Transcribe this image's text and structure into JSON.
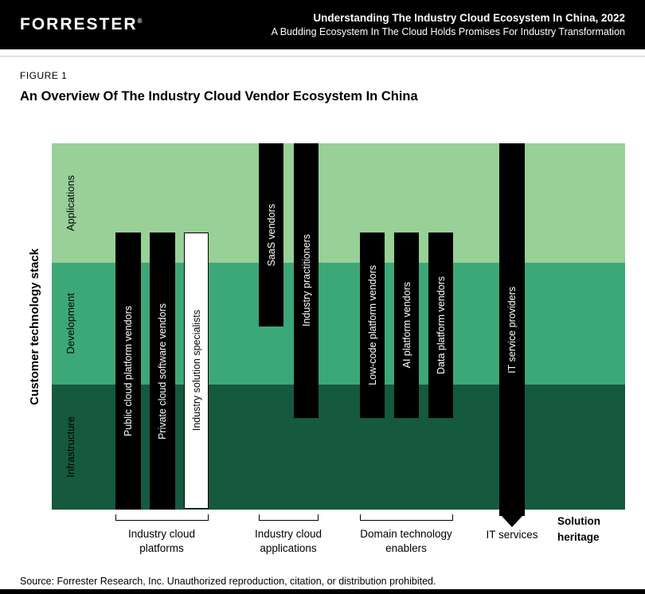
{
  "header": {
    "logo": "FORRESTER",
    "registered_mark": "®",
    "title": "Understanding The Industry Cloud Ecosystem In China, 2022",
    "subtitle": "A Budding Ecosystem In The Cloud Holds Promises For Industry Transformation"
  },
  "figure": {
    "label": "FIGURE 1",
    "title": "An Overview Of The Industry Cloud Vendor Ecosystem In China"
  },
  "chart": {
    "axis_label": "Customer technology stack",
    "bands": [
      {
        "label": "Applications",
        "color": "#98d097"
      },
      {
        "label": "Development",
        "color": "#3ca877"
      },
      {
        "label": "Infrastructure",
        "color": "#15593f"
      }
    ],
    "bar_fill_color": "#000000",
    "bar_text_color": "#ffffff",
    "bars": [
      {
        "label": "Public cloud platform vendors",
        "fill": "black"
      },
      {
        "label": "Private cloud software vendors",
        "fill": "black"
      },
      {
        "label": "Industry solution specialists",
        "fill": "white"
      },
      {
        "label": "SaaS vendors",
        "fill": "black"
      },
      {
        "label": "Industry practitioners",
        "fill": "black"
      },
      {
        "label": "Low-code platform vendors",
        "fill": "black"
      },
      {
        "label": "AI platform vendors",
        "fill": "black"
      },
      {
        "label": "Data platform vendors",
        "fill": "black"
      },
      {
        "label": "IT service providers",
        "fill": "black"
      }
    ],
    "groups": [
      {
        "label": "Industry cloud platforms"
      },
      {
        "label": "Industry cloud applications"
      },
      {
        "label": "Domain technology enablers"
      }
    ],
    "it_services_label": "IT services",
    "solution_heritage_label": "Solution heritage"
  },
  "footer": {
    "source": "Source: Forrester Research, Inc. Unauthorized reproduction, citation, or distribution prohibited."
  }
}
